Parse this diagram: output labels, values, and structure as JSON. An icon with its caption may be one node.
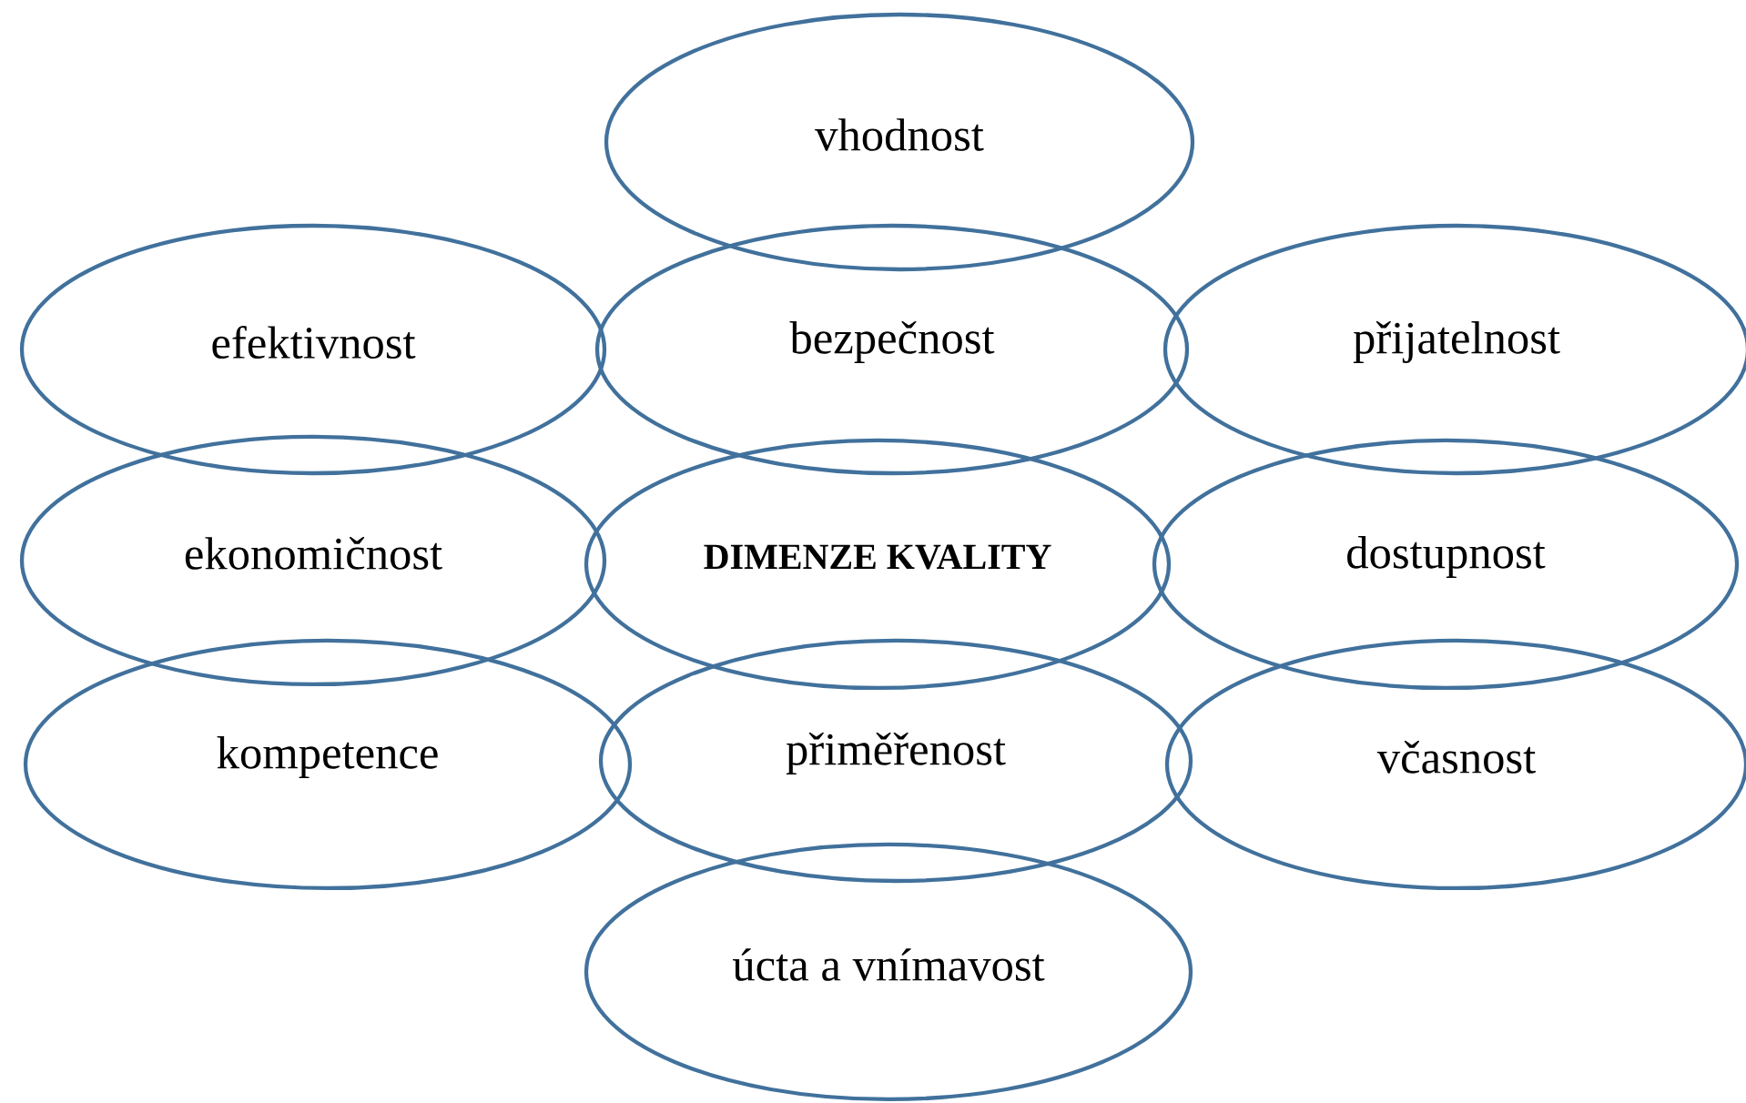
{
  "diagram": {
    "nodes": [
      {
        "text": [
          "vhodnost"
        ]
      },
      {
        "text": [
          "efektivnost"
        ]
      },
      {
        "text": [
          "bezpečnost"
        ]
      },
      {
        "text": [
          "přijatelnost"
        ]
      },
      {
        "text": [
          "ekonomičnost"
        ]
      },
      {
        "text": [
          "DIMENZE KVALITY"
        ]
      },
      {
        "text": [
          "dostupnost"
        ]
      },
      {
        "text": [
          "kompetence"
        ]
      },
      {
        "text": [
          "přiměřenost"
        ]
      },
      {
        "text": [
          "včasnost"
        ]
      },
      {
        "text": [
          "úcta a vnímavost"
        ]
      }
    ]
  }
}
